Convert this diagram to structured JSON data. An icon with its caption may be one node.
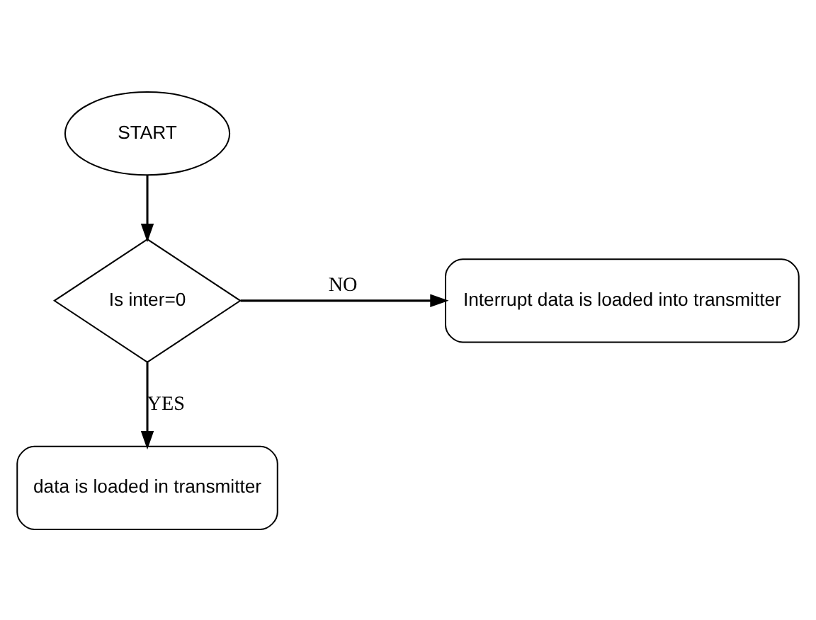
{
  "diagram": {
    "nodes": [
      {
        "text": [
          "START"
        ]
      },
      {
        "text": [
          "Is inter=0"
        ]
      },
      {
        "text": [
          "Interrupt data is loaded into transmitter"
        ]
      },
      {
        "text": [
          "data is loaded in transmitter"
        ]
      }
    ],
    "edges": [
      {
        "from": 0,
        "to": 1,
        "arrow": "to"
      },
      {
        "from": 1,
        "to": 2,
        "arrow": "to",
        "label": "NO"
      },
      {
        "from": 1,
        "to": 3,
        "arrow": "to",
        "label": "YES"
      }
    ]
  }
}
